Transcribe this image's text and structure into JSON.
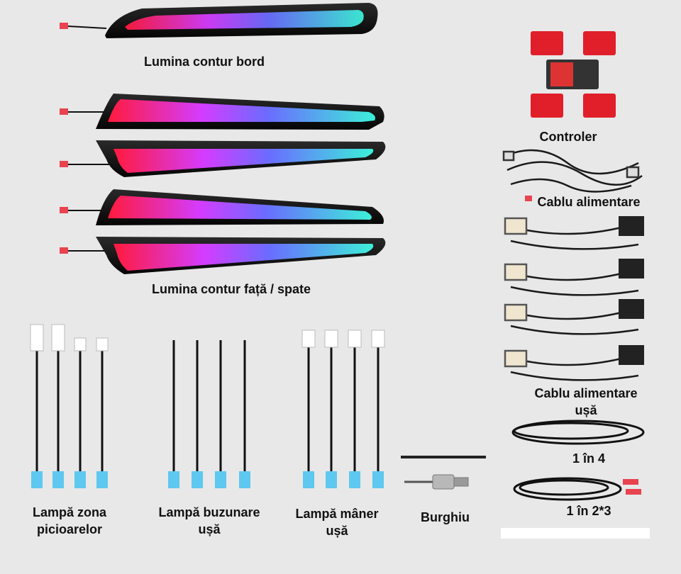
{
  "labels": {
    "dashboard_strip": "Lumina contur bord",
    "door_strips": "Lumina contur față / spate",
    "controller": "Controler",
    "power_cable": "Cablu alimentare",
    "door_power_cable": "Cablu alimentare\nușă",
    "one_in_four": "1 în 4",
    "one_in_two_three": "1 în 2*3",
    "footwell_lamp": "Lampă zona\npicioarelor",
    "door_pocket_lamp": "Lampă buzunare\nușă",
    "door_handle_lamp": "Lampă mâner\nușă",
    "drill_bit": "Burghiu"
  },
  "colors": {
    "background": "#e8e8e8",
    "gradient_start": "#ff1a3c",
    "gradient_mid": "#c23cff",
    "gradient_end": "#3cf0d8",
    "connector_red": "#e8434f",
    "connector_blue": "#5ec8f0",
    "controller_red": "#e01f2a"
  },
  "icons": [
    "light-strip-image",
    "controller-module-image",
    "wire-harness-image",
    "lamp-cable-image",
    "drill-bit-image"
  ]
}
